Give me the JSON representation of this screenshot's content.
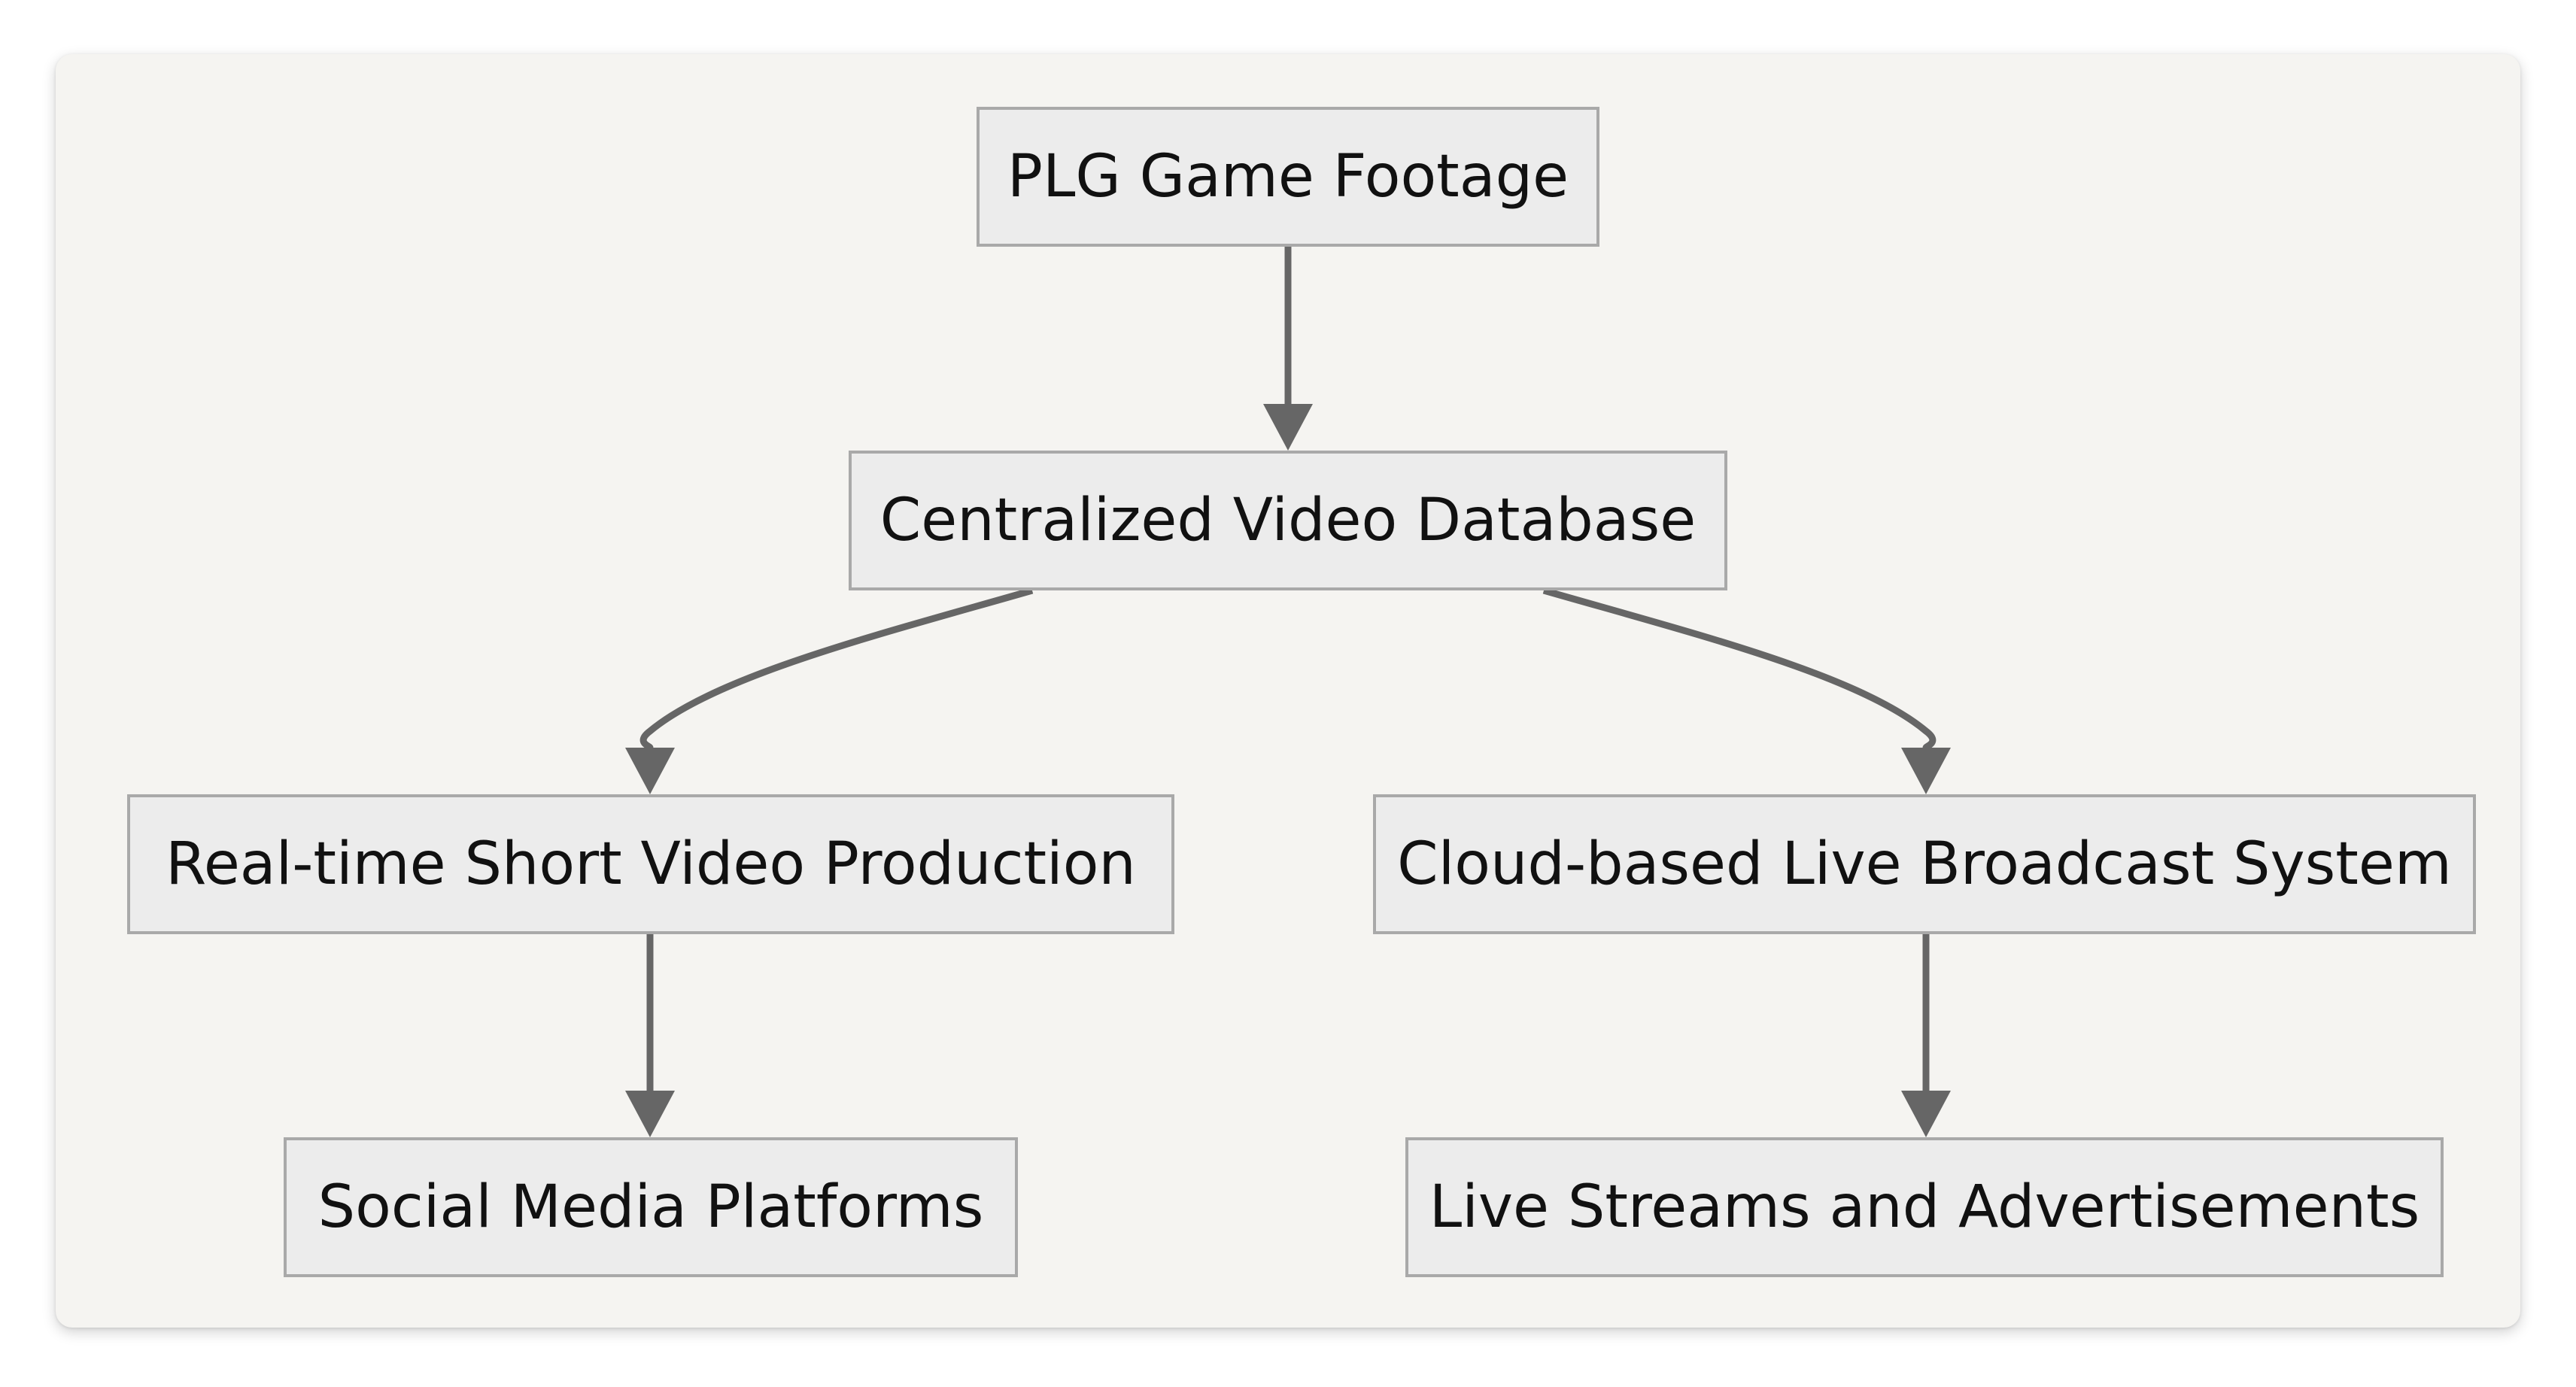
{
  "diagram": {
    "nodes": [
      {
        "id": "n1",
        "label": "PLG Game Footage"
      },
      {
        "id": "n2",
        "label": "Centralized Video Database"
      },
      {
        "id": "n3",
        "label": "Real-time Short Video Production"
      },
      {
        "id": "n4",
        "label": "Cloud-based Live Broadcast System"
      },
      {
        "id": "n5",
        "label": "Social Media Platforms"
      },
      {
        "id": "n6",
        "label": "Live Streams and Advertisements"
      }
    ],
    "edges": [
      {
        "from": "n1",
        "to": "n2"
      },
      {
        "from": "n2",
        "to": "n3"
      },
      {
        "from": "n2",
        "to": "n4"
      },
      {
        "from": "n3",
        "to": "n5"
      },
      {
        "from": "n4",
        "to": "n6"
      }
    ]
  },
  "colors": {
    "canvas_background": "#f5f4f1",
    "node_fill": "#ececec",
    "node_border": "#a9a9a9",
    "edge": "#666666",
    "text": "#111111"
  }
}
